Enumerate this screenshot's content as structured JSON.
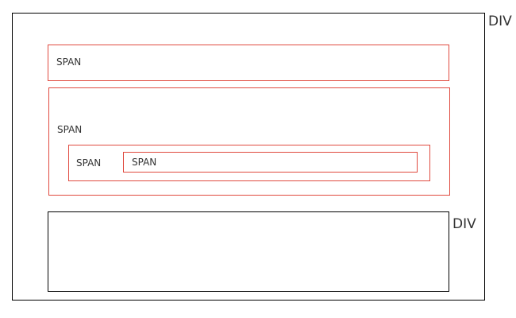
{
  "outer": {
    "tag": "DIV"
  },
  "inner_div": {
    "tag": "DIV"
  },
  "span1": {
    "label": "SPAN"
  },
  "span2": {
    "label": "SPAN"
  },
  "span3": {
    "label": "SPAN"
  },
  "span4": {
    "label": "SPAN"
  },
  "colors": {
    "div_border": "#000000",
    "span_border": "#e04a3f"
  }
}
